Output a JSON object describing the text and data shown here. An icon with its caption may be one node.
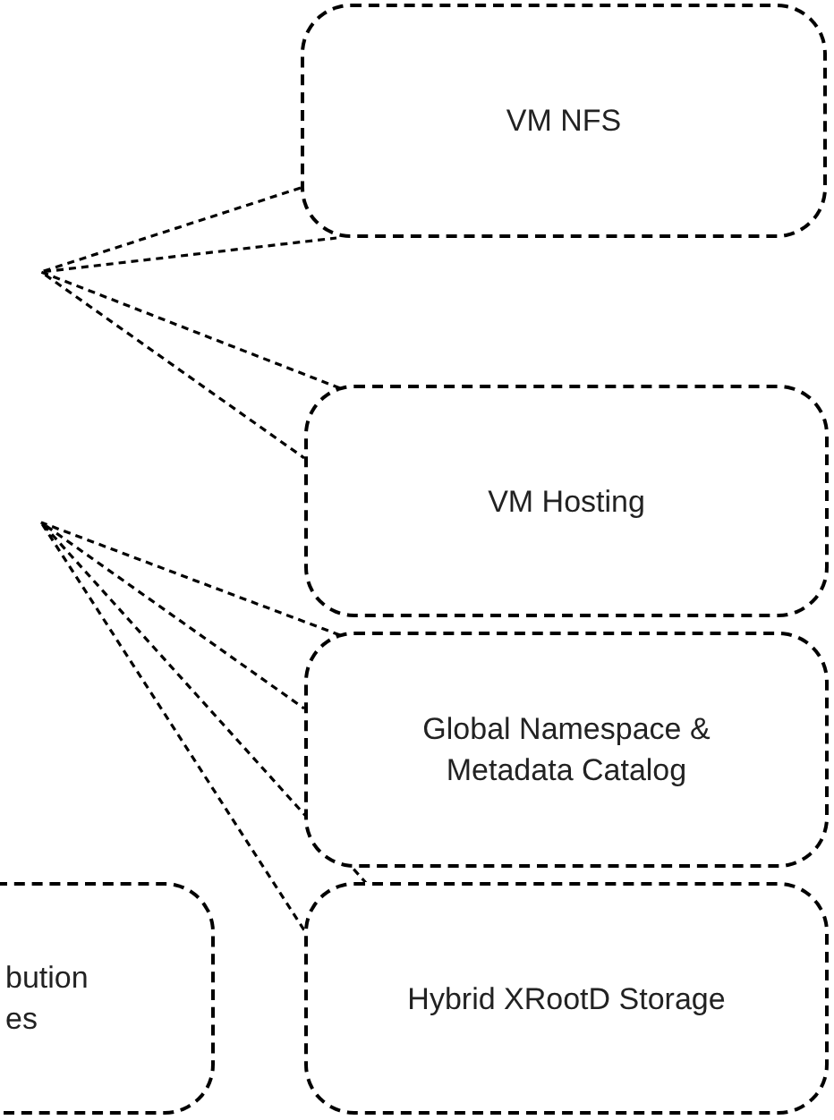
{
  "diagram": {
    "nodes": [
      {
        "text": [
          "VM NFS"
        ]
      },
      {
        "text": [
          "VM Hosting"
        ]
      },
      {
        "text": [
          "Global Namespace & Metadata Catalog"
        ]
      },
      {
        "text": [
          "bution es"
        ]
      },
      {
        "text": [
          "Hybrid XRootD Storage"
        ]
      }
    ],
    "edges": [
      {
        "from": 0,
        "to": null,
        "arrow": "none",
        "style": "dashed"
      },
      {
        "from": 1,
        "to": null,
        "arrow": "none",
        "style": "dashed"
      },
      {
        "from": 2,
        "to": null,
        "arrow": "none",
        "style": "dashed"
      },
      {
        "from": 4,
        "to": null,
        "arrow": "none",
        "style": "dashed"
      }
    ]
  }
}
